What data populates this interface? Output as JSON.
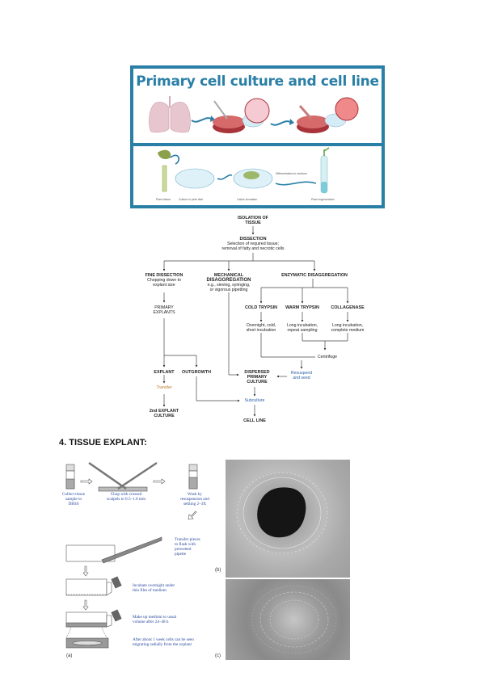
{
  "banner": {
    "title": "Primary cell culture and cell line",
    "bottom_labels": [
      "Plant tissue",
      "Culture in petri dish",
      "Callus formation",
      "Differentiation in medium",
      "Plant regeneration"
    ],
    "frame_color": "#2a7fa6"
  },
  "flowchart": {
    "isolation": [
      "ISOLATION OF",
      "TISSUE"
    ],
    "dissection": {
      "title": "DISSECTION",
      "desc": [
        "Selection of required tissue;",
        "removal of fatty and necrotic cells"
      ]
    },
    "fine": {
      "title": "FINE DISSECTION",
      "desc": [
        "Chopping down to",
        "explant size"
      ]
    },
    "mechanical": {
      "title": [
        "MECHANICAL",
        "DISAGGREGATION"
      ],
      "desc": [
        "e.g., sieving, syringing,",
        "or vigorous pipetting"
      ]
    },
    "enzymatic": {
      "title": "ENZYMATIC DISAGGREGATION"
    },
    "primary_explants": [
      "PRIMARY",
      "EXPLANTS"
    ],
    "cold": {
      "title": "COLD TRYPSIN",
      "desc": [
        "Overnight, cold,",
        "short incubation"
      ]
    },
    "warm": {
      "title": "WARM TRYPSIN",
      "desc": [
        "Long incubation,",
        "repeat sampling"
      ]
    },
    "collagenase": {
      "title": "COLLAGENASE",
      "desc": [
        "Long incubation,",
        "complete medium"
      ]
    },
    "centrifuge": "Centrifuge",
    "resuspend": [
      "Resuspend",
      "and seed"
    ],
    "explant": "EXPLANT",
    "outgrowth": "OUTGROWTH",
    "dispersed": [
      "DISPERSED",
      "PRIMARY",
      "CULTURE"
    ],
    "transfer": "Transfer",
    "subculture": "Subculture",
    "second_explant": [
      "2nd EXPLANT",
      "CULTURE"
    ],
    "cell_line": "CELL LINE"
  },
  "section": {
    "heading": "4. TISSUE EXPLANT:"
  },
  "explant_figure": {
    "steps": {
      "collect": [
        "Collect tissue",
        "sample in",
        "DBSS"
      ],
      "chop": [
        "Chop with crossed",
        "scalpels to 0.5–1.0 mm"
      ],
      "wash": [
        "Wash by",
        "resuspension and",
        "settling 2–3X"
      ],
      "transfer": [
        "Transfer pieces",
        "to flask with",
        "prewetted",
        "pipette"
      ],
      "incubate": [
        "Incubate overnight under",
        "thin film of medium"
      ],
      "makeup": [
        "Make up medium to usual",
        "volume after 24–48 h"
      ],
      "after": [
        "After about 1 week cells can be seen",
        "migrating radially from the explant"
      ]
    },
    "panel_labels": {
      "a": "(a)",
      "b": "(b)",
      "c": "(c)"
    }
  }
}
